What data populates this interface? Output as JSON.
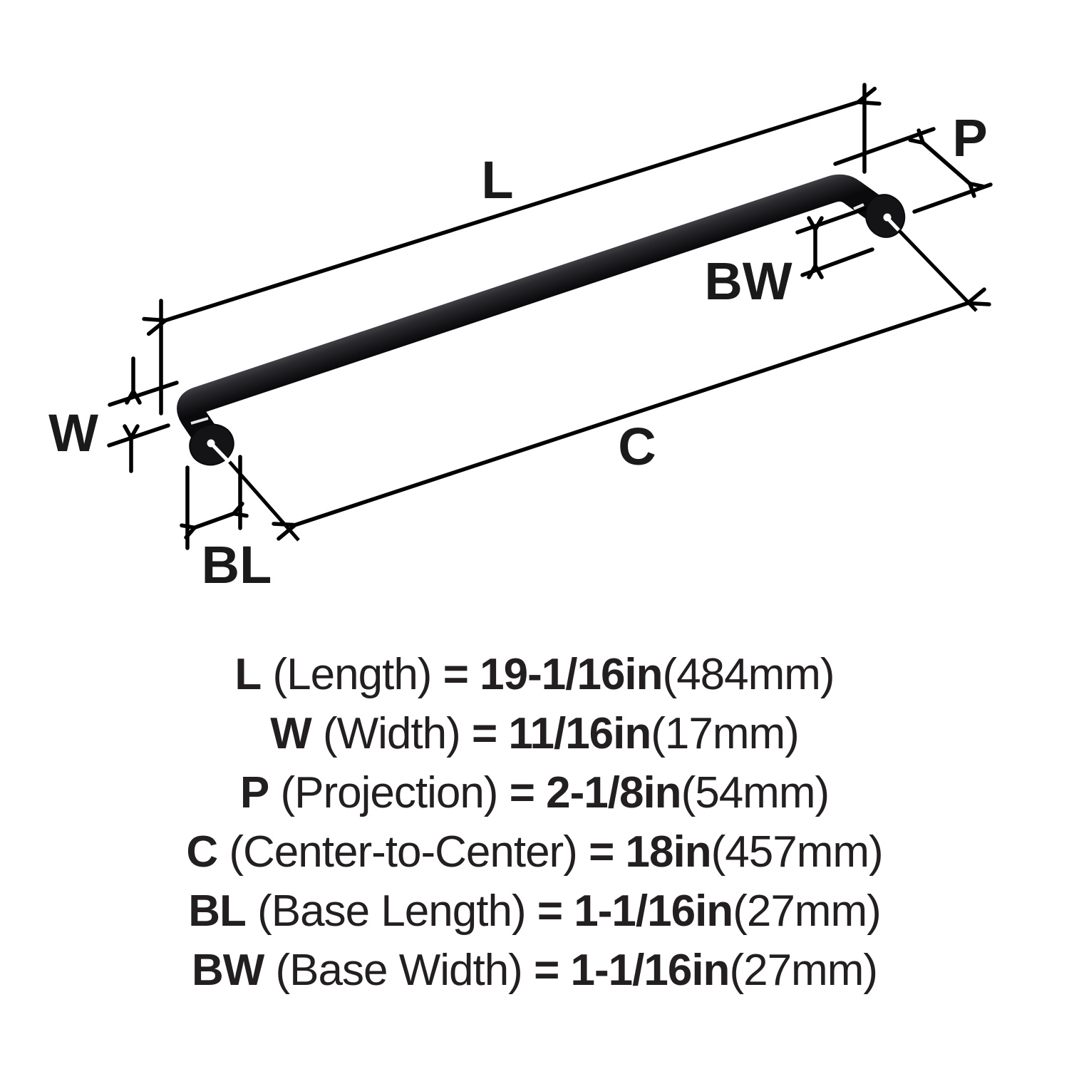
{
  "diagram": {
    "labels": {
      "L": "L",
      "W": "W",
      "P": "P",
      "C": "C",
      "BL": "BL",
      "BW": "BW"
    }
  },
  "specs": [
    {
      "label": "L",
      "name": "(Length)",
      "eq": "=",
      "value": "19-1/16in",
      "metric": "(484mm)"
    },
    {
      "label": "W",
      "name": "(Width)",
      "eq": "=",
      "value": "11/16in",
      "metric": "(17mm)"
    },
    {
      "label": "P",
      "name": "(Projection)",
      "eq": "=",
      "value": "2-1/8in",
      "metric": "(54mm)"
    },
    {
      "label": "C",
      "name": "(Center-to-Center)",
      "eq": "=",
      "value": "18in",
      "metric": "(457mm)"
    },
    {
      "label": "BL",
      "name": "(Base Length)",
      "eq": "=",
      "value": "1-1/16in",
      "metric": "(27mm)"
    },
    {
      "label": "BW",
      "name": "(Base Width)",
      "eq": "=",
      "value": "1-1/16in",
      "metric": "(27mm)"
    }
  ],
  "colors": {
    "background": "#ffffff",
    "dimension_line": "#000000",
    "text": "#231f20",
    "handle_dark": "#0a0a0c",
    "handle_mid": "#2a2a2e",
    "handle_highlight": "#454549",
    "flange": "#141417"
  }
}
